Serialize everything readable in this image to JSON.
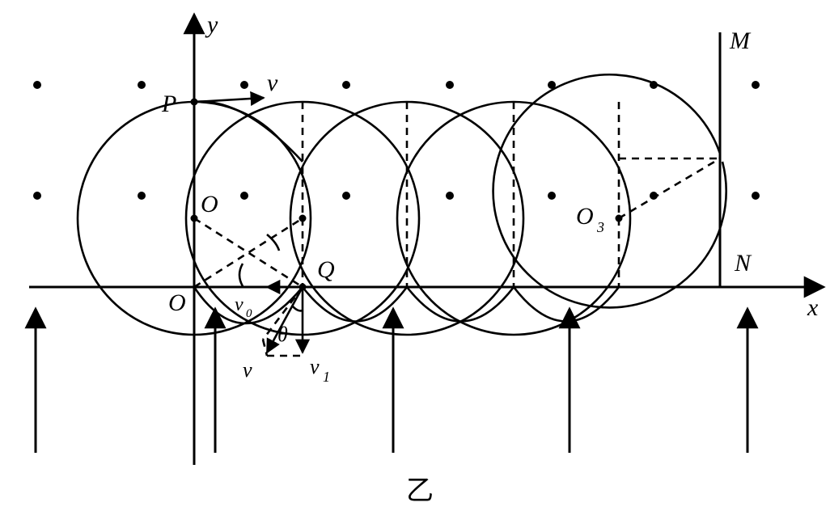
{
  "figure": {
    "caption": "乙",
    "labels": {
      "y_axis": "y",
      "x_axis": "x",
      "P": "P",
      "v_top": "v",
      "O_center": "O",
      "O_origin": "O",
      "Q": "Q",
      "M": "M",
      "N": "N",
      "O3_main": "O",
      "O3_sub": "3",
      "theta": "θ",
      "v_bottom": "v",
      "v1_main": "v",
      "v1_sub": "1",
      "v0_main": "v",
      "v0_sub": "0"
    },
    "stroke_color": "#000000",
    "background": "#ffffff"
  }
}
